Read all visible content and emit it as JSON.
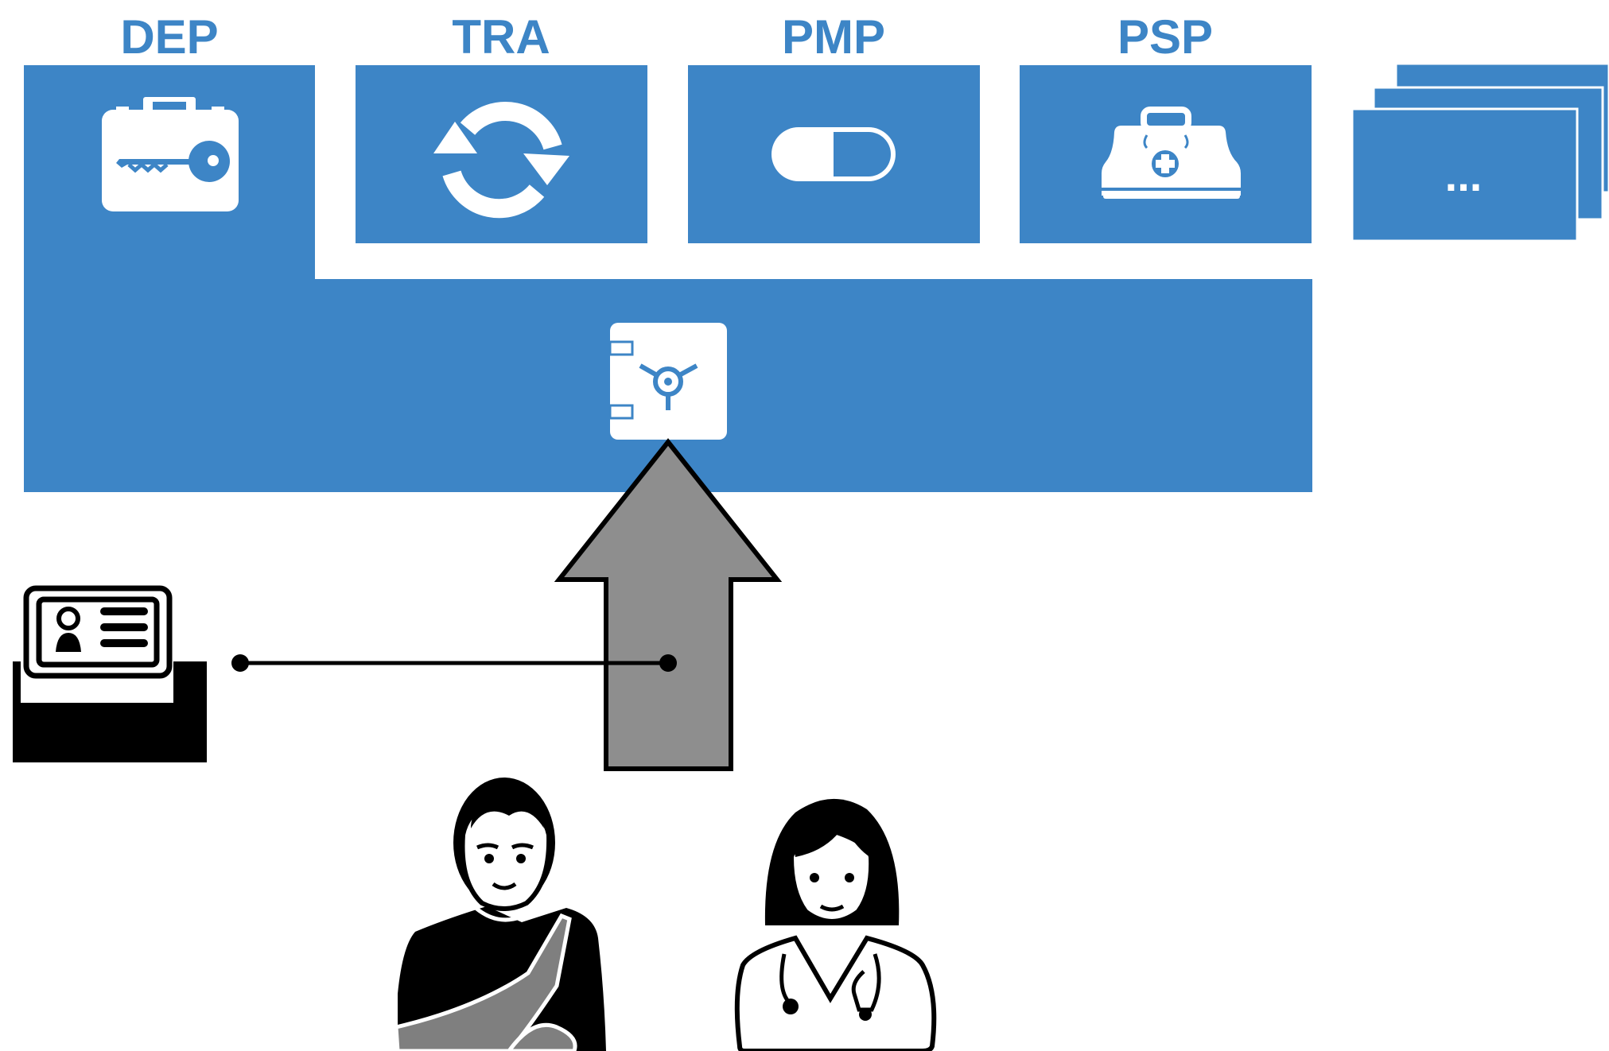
{
  "colors": {
    "accent": "#3D85C6",
    "accent_dark": "#2F74B5",
    "arrow_fill": "#8E8E8E",
    "ink": "#000000",
    "icon_white": "#ffffff",
    "sling_gray": "#7F7F7F"
  },
  "services": [
    {
      "label": "DEP",
      "icon": "briefcase-key-icon"
    },
    {
      "label": "TRA",
      "icon": "refresh-cycle-icon"
    },
    {
      "label": "PMP",
      "icon": "pill-capsule-icon"
    },
    {
      "label": "PSP",
      "icon": "medical-kit-icon"
    }
  ],
  "more_stack": {
    "label": "...",
    "icon": "stacked-cards-icon"
  },
  "core": {
    "icon": "vault-safe-icon"
  },
  "reader": {
    "icon": "card-reader-icon"
  },
  "people": {
    "patient_icon": "patient-arm-sling-icon",
    "doctor_icon": "doctor-stethoscope-icon"
  },
  "arrow": {
    "icon": "upload-arrow-icon"
  }
}
